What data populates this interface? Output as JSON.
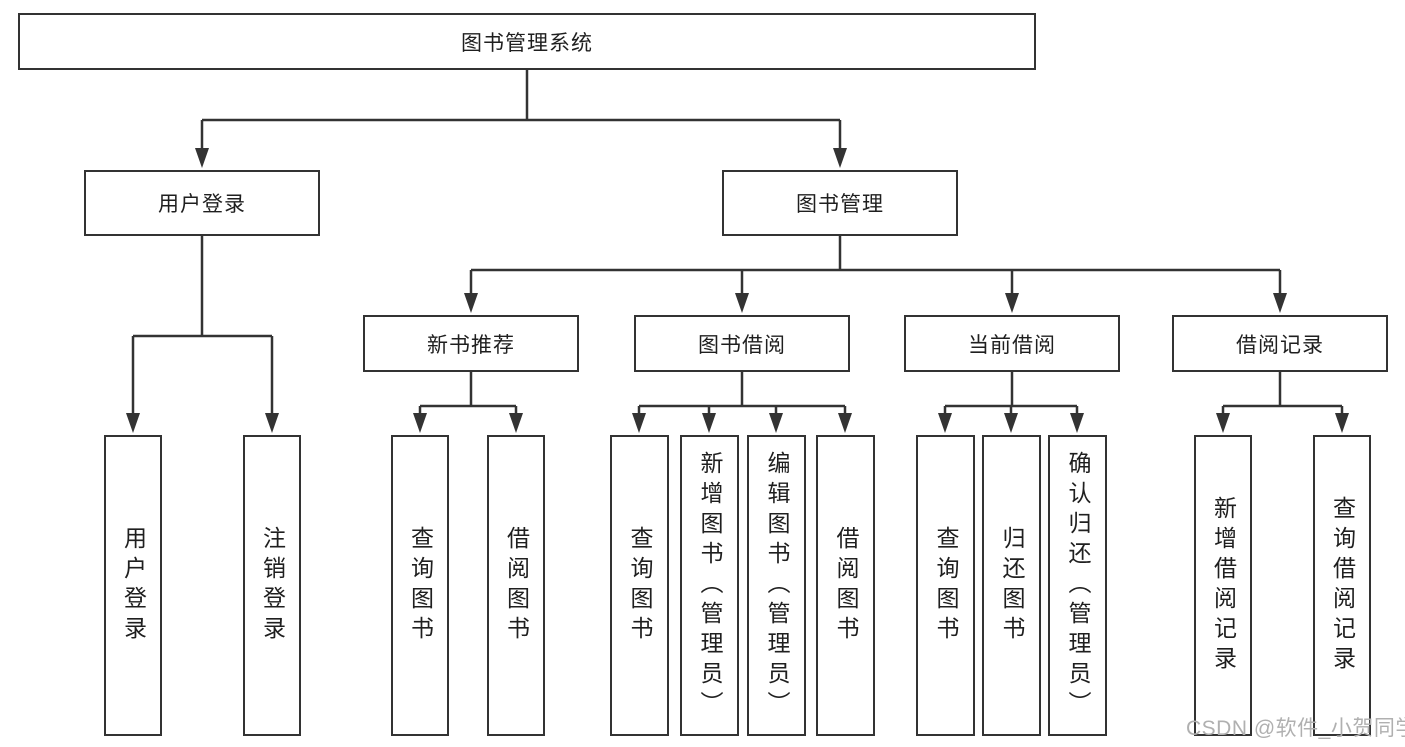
{
  "tree": {
    "root": "图书管理系统",
    "level1": [
      {
        "label": "用户登录",
        "children": [
          "用户登录",
          "注销登录"
        ]
      },
      {
        "label": "图书管理",
        "sections": [
          {
            "label": "新书推荐",
            "children": [
              "查询图书",
              "借阅图书"
            ]
          },
          {
            "label": "图书借阅",
            "children": [
              "查询图书",
              "新增图书（管理员）",
              "编辑图书（管理员）",
              "借阅图书"
            ]
          },
          {
            "label": "当前借阅",
            "children": [
              "查询图书",
              "归还图书",
              "确认归还（管理员）"
            ]
          },
          {
            "label": "借阅记录",
            "children": [
              "新增借阅记录",
              "查询借阅记录"
            ]
          }
        ]
      }
    ]
  },
  "watermark": {
    "text": "CSDN @软件_小贺同学"
  },
  "colors": {
    "line": "#333333",
    "box_border": "#333333",
    "box_fill": "#ffffff",
    "text": "#1f1f1f",
    "watermark": "#b0b0b0",
    "background": "#ffffff"
  }
}
